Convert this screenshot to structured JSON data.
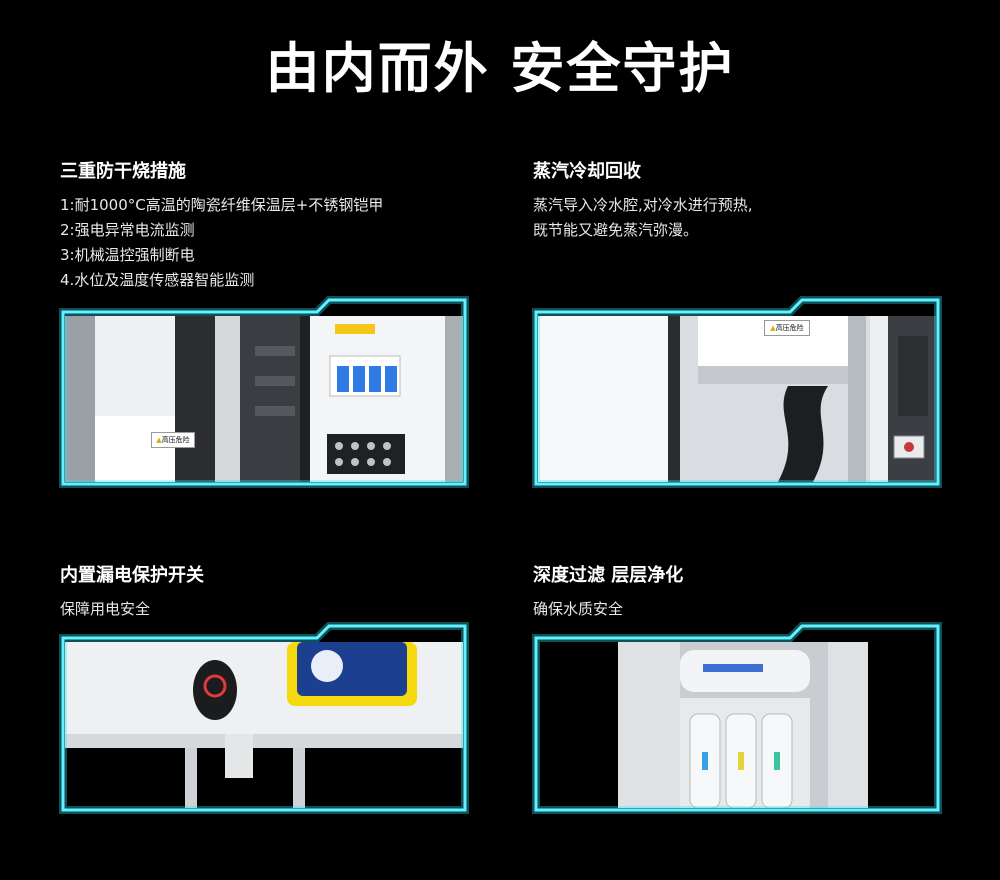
{
  "page_title": "由内而外  安全守护",
  "sections": [
    {
      "title": "三重防干烧措施",
      "lines": [
        "1:耐1000°C高温的陶瓷纤维保温层+不锈钢铠甲",
        "2:强电异常电流监测",
        "3:机械温控强制断电",
        "4.水位及温度传感器智能监测"
      ]
    },
    {
      "title": "蒸汽冷却回收",
      "lines": [
        "蒸汽导入冷水腔,对冷水进行预热,",
        "既节能又避免蒸汽弥漫。"
      ]
    },
    {
      "title": "内置漏电保护开关",
      "lines": [
        "保障用电安全"
      ]
    },
    {
      "title": "深度过滤 层层净化",
      "lines": [
        "确保水质安全"
      ]
    }
  ],
  "warning_label": "高压危险",
  "colors": {
    "glow": "#2ee6ff",
    "background": "#000000"
  }
}
